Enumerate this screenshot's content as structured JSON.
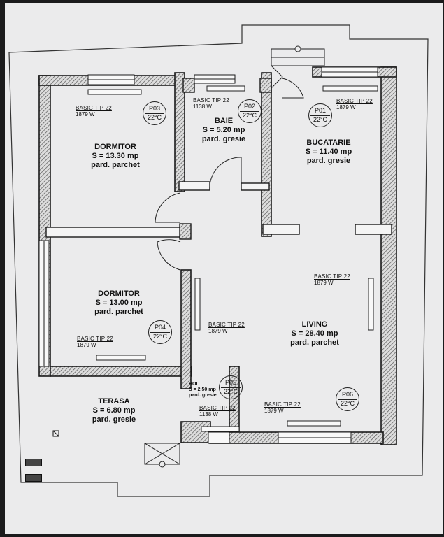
{
  "rooms": [
    {
      "id": "dormitor1",
      "name": "DORMITOR",
      "area": "S = 13.30 mp",
      "floor": "pard. parchet"
    },
    {
      "id": "baie",
      "name": "BAIE",
      "area": "S = 5.20 mp",
      "floor": "pard. gresie"
    },
    {
      "id": "bucatarie",
      "name": "BUCATARIE",
      "area": "S = 11.40 mp",
      "floor": "pard. gresie"
    },
    {
      "id": "dormitor2",
      "name": "DORMITOR",
      "area": "S = 13.00 mp",
      "floor": "pard. parchet"
    },
    {
      "id": "living",
      "name": "LIVING",
      "area": "S = 28.40 mp",
      "floor": "pard. parchet"
    },
    {
      "id": "terasa",
      "name": "TERASA",
      "area": "S = 6.80 mp",
      "floor": "pard. gresie"
    }
  ],
  "hol": {
    "name": "HOL",
    "area": "S = 2.50 mp",
    "floor": "pard. gresie"
  },
  "radiators": [
    {
      "id": "r-dormitor1",
      "type": "BASIC TIP 22",
      "power": "1879 W"
    },
    {
      "id": "r-baie",
      "type": "BASIC TIP 22",
      "power": "1138 W"
    },
    {
      "id": "r-bucatarie",
      "type": "BASIC TIP 22",
      "power": "1879 W"
    },
    {
      "id": "r-living-top",
      "type": "BASIC TIP 22",
      "power": "1879 W"
    },
    {
      "id": "r-hol-wall",
      "type": "BASIC TIP 22",
      "power": "1879 W"
    },
    {
      "id": "r-dormitor2",
      "type": "BASIC TIP 22",
      "power": "1879 W"
    },
    {
      "id": "r-hol",
      "type": "BASIC TIP 22",
      "power": "1138 W"
    },
    {
      "id": "r-living-bottom",
      "type": "BASIC TIP 22",
      "power": "1879 W"
    }
  ],
  "tags": [
    {
      "id": "P03",
      "temp": "22°C"
    },
    {
      "id": "P02",
      "temp": "22°C"
    },
    {
      "id": "P01",
      "temp": "22°C"
    },
    {
      "id": "P04",
      "temp": "22°C"
    },
    {
      "id": "P05",
      "temp": "22°C"
    },
    {
      "id": "P06",
      "temp": "22°C"
    }
  ],
  "colors": {
    "wall": "#1a1a1a",
    "wall_hatch": "#6e6e6e",
    "paper": "#ebebec",
    "ink": "#111111"
  }
}
